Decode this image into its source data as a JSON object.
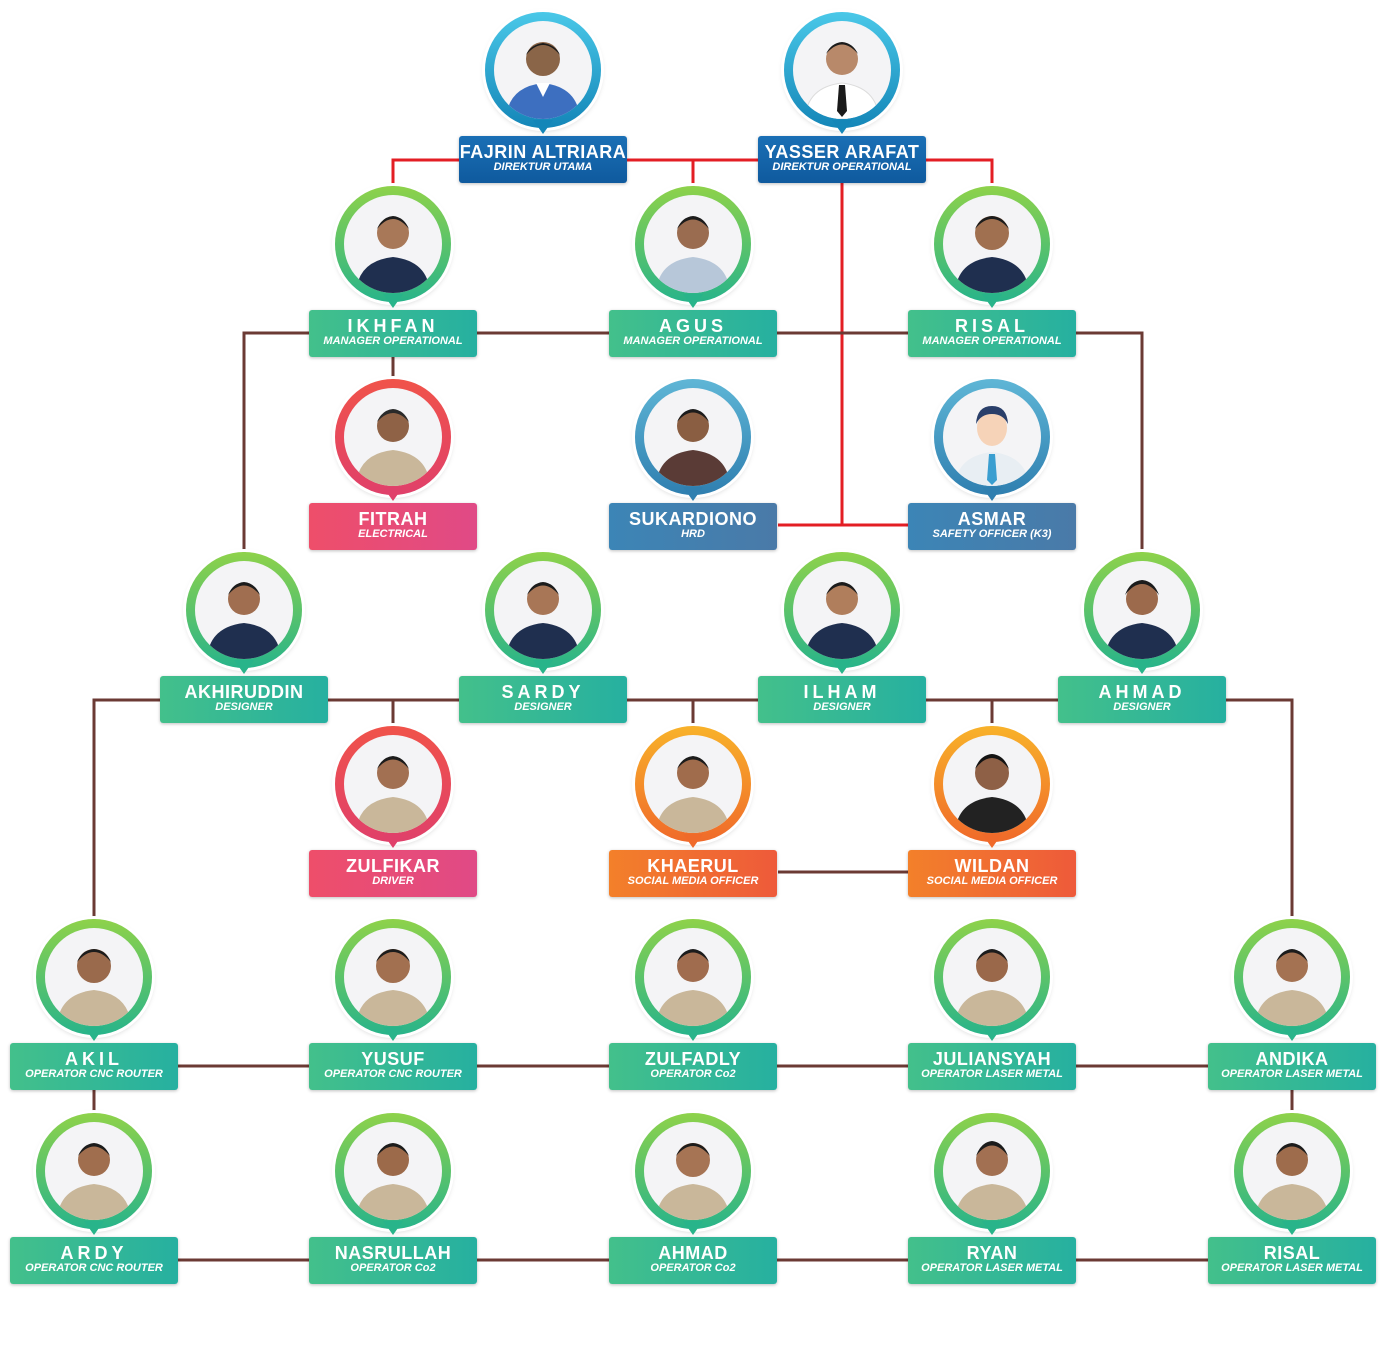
{
  "colors": {
    "director": "#1a6fb5",
    "manager": "#3bbd8f",
    "red": "#e84a72",
    "blue": "#3b7fb0",
    "orange": "#f26a30",
    "line_red": "#e31e24",
    "line_brown": "#6b3a34"
  },
  "people": [
    {
      "id": "fajrin",
      "name": "FAJRIN ALTRIARA",
      "role": "DIREKTUR UTAMA",
      "color": "director",
      "icon": "person-photo-suit"
    },
    {
      "id": "yasser",
      "name": "YASSER ARAFAT",
      "role": "DIREKTUR OPERATIONAL",
      "color": "director",
      "icon": "person-photo-suit-tie"
    },
    {
      "id": "ikhfan",
      "name": "IKHFAN",
      "role": "MANAGER OPERATIONAL",
      "color": "manager",
      "icon": "person-photo-polo"
    },
    {
      "id": "agus",
      "name": "AGUS",
      "role": "MANAGER OPERATIONAL",
      "color": "manager",
      "icon": "person-photo-shirt"
    },
    {
      "id": "risal1",
      "name": "RISAL",
      "role": "MANAGER OPERATIONAL",
      "color": "manager",
      "icon": "person-photo-polo"
    },
    {
      "id": "fitrah",
      "name": "FITRAH",
      "role": "ELECTRICAL",
      "color": "red",
      "icon": "person-photo-uniform"
    },
    {
      "id": "sukardiono",
      "name": "SUKARDIONO",
      "role": "HRD",
      "color": "blue",
      "icon": "person-photo-shirt"
    },
    {
      "id": "asmar",
      "name": "ASMAR",
      "role": "SAFETY OFFICER (K3)",
      "color": "blue",
      "icon": "person-avatar-placeholder"
    },
    {
      "id": "akhiruddin",
      "name": "AKHIRUDDIN",
      "role": "DESIGNER",
      "color": "manager",
      "icon": "person-photo-polo"
    },
    {
      "id": "sardy",
      "name": "SARDY",
      "role": "DESIGNER",
      "color": "manager",
      "icon": "person-photo-polo"
    },
    {
      "id": "ilham",
      "name": "ILHAM",
      "role": "DESIGNER",
      "color": "manager",
      "icon": "person-photo-polo"
    },
    {
      "id": "ahmad1",
      "name": "AHMAD",
      "role": "DESIGNER",
      "color": "manager",
      "icon": "person-photo-polo"
    },
    {
      "id": "zulfikar",
      "name": "ZULFIKAR",
      "role": "DRIVER",
      "color": "red",
      "icon": "person-photo-uniform"
    },
    {
      "id": "khaerul",
      "name": "KHAERUL",
      "role": "SOCIAL MEDIA OFFICER",
      "color": "orange",
      "icon": "person-photo-uniform"
    },
    {
      "id": "wildan",
      "name": "WILDAN",
      "role": "SOCIAL MEDIA OFFICER",
      "color": "orange",
      "icon": "person-photo-dark"
    },
    {
      "id": "akil",
      "name": "AKIL",
      "role": "OPERATOR CNC ROUTER",
      "color": "manager",
      "icon": "person-photo-uniform"
    },
    {
      "id": "yusuf",
      "name": "YUSUF",
      "role": "OPERATOR CNC ROUTER",
      "color": "manager",
      "icon": "person-photo-uniform"
    },
    {
      "id": "zulfadly",
      "name": "ZULFADLY",
      "role": "OPERATOR Co2",
      "color": "manager",
      "icon": "person-photo-uniform"
    },
    {
      "id": "juliansyah",
      "name": "JULIANSYAH",
      "role": "OPERATOR LASER METAL",
      "color": "manager",
      "icon": "person-photo-uniform"
    },
    {
      "id": "andika",
      "name": "ANDIKA",
      "role": "OPERATOR LASER METAL",
      "color": "manager",
      "icon": "person-photo-uniform"
    },
    {
      "id": "ardy",
      "name": "ARDY",
      "role": "OPERATOR CNC ROUTER",
      "color": "manager",
      "icon": "person-photo-uniform"
    },
    {
      "id": "nasrullah",
      "name": "NASRULLAH",
      "role": "OPERATOR Co2",
      "color": "manager",
      "icon": "person-photo-uniform"
    },
    {
      "id": "ahmad2",
      "name": "AHMAD",
      "role": "OPERATOR Co2",
      "color": "manager",
      "icon": "person-photo-uniform"
    },
    {
      "id": "ryan",
      "name": "RYAN",
      "role": "OPERATOR LASER METAL",
      "color": "manager",
      "icon": "person-photo-uniform"
    },
    {
      "id": "risal2",
      "name": "RISAL",
      "role": "OPERATOR LASER METAL",
      "color": "manager",
      "icon": "person-photo-uniform"
    }
  ]
}
